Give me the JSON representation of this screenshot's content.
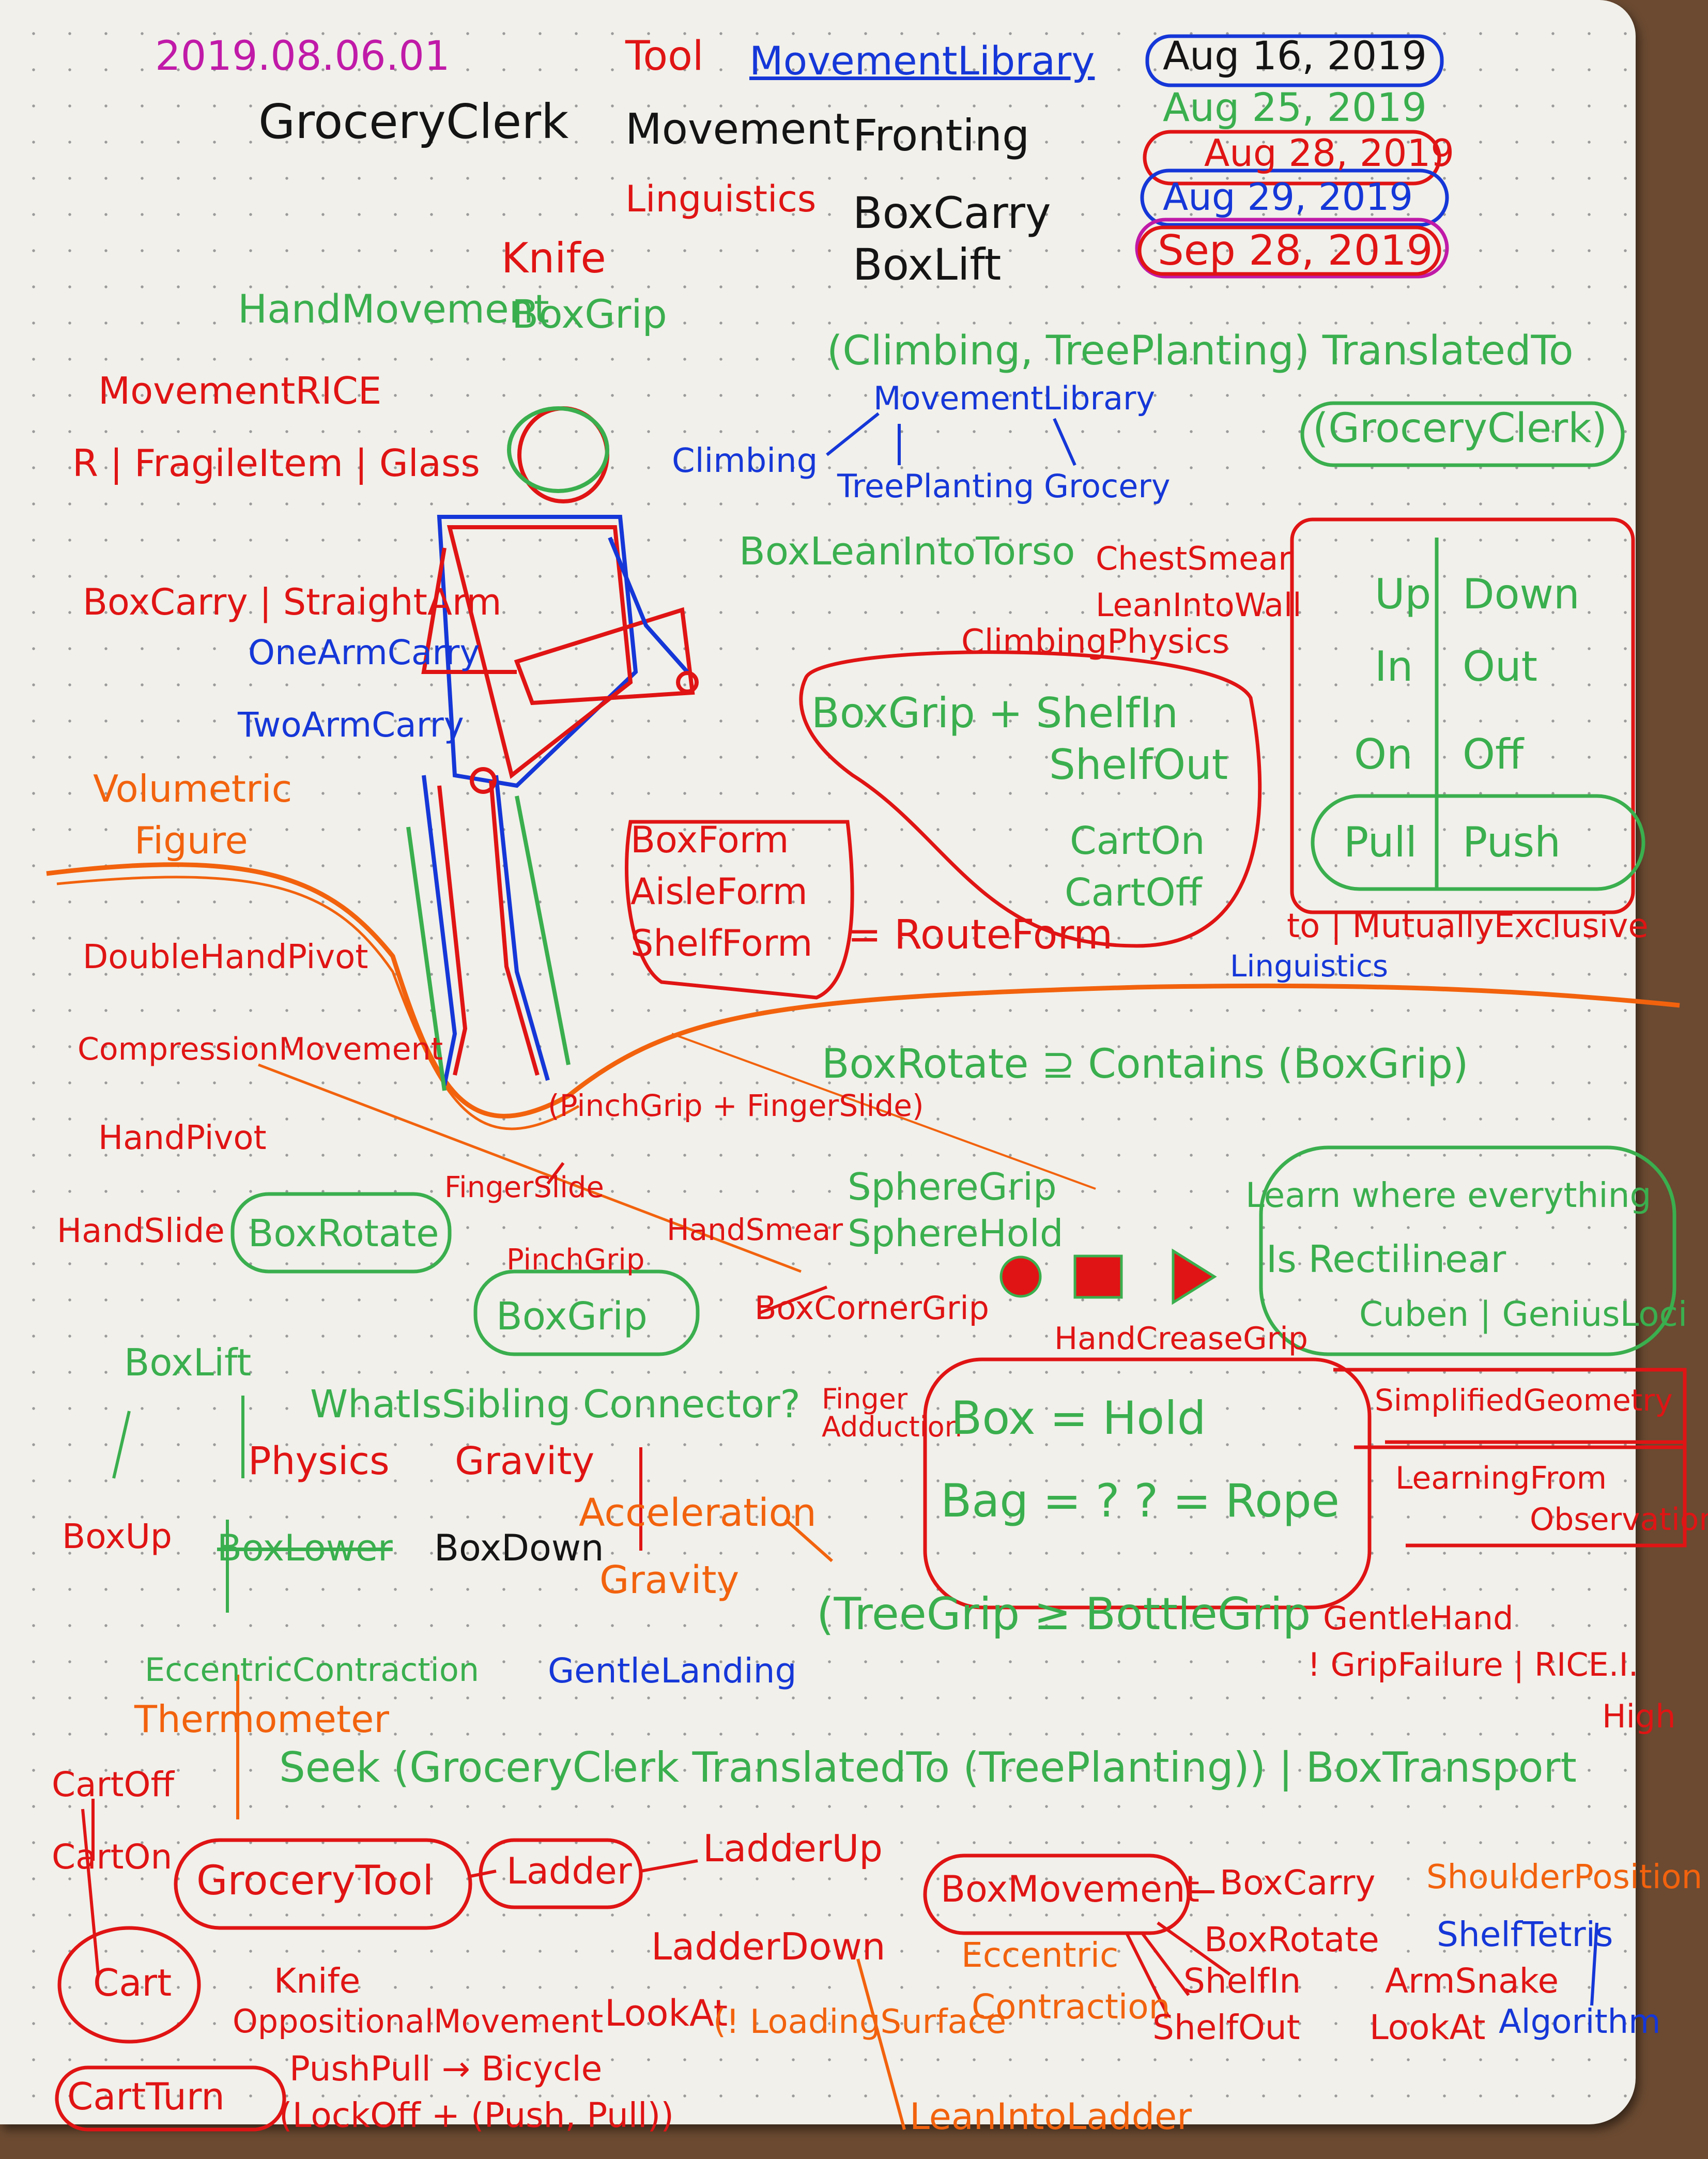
{
  "header": {
    "date_code": "2019.08.06.01",
    "title": "GroceryClerk",
    "tool": "Tool",
    "movement": "Movement",
    "linguistics": "Linguistics",
    "movement_library": "MovementLibrary",
    "fronting": "Fronting",
    "box_carry": "BoxCarry",
    "box_lift": "BoxLift",
    "knife": "Knife",
    "hand_movement": "HandMovement",
    "box_grip": "BoxGrip"
  },
  "dates": [
    "Aug 16, 2019",
    "Aug 25, 2019",
    "Aug 28, 2019",
    "Aug 29, 2019",
    "Sep 28, 2019"
  ],
  "left": {
    "movement_rice": "MovementRICE",
    "fragile": "R | FragileItem | Glass",
    "box_carry_straight": "BoxCarry | StraightArm",
    "one_arm": "OneArmCarry",
    "two_arm": "TwoArmCarry",
    "volumetric": "Volumetric",
    "figure": "Figure",
    "double_hand_pivot": "DoubleHandPivot",
    "compression": "CompressionMovement",
    "hand_pivot": "HandPivot",
    "hand_slide": "HandSlide",
    "box_rotate": "BoxRotate",
    "box_lift2": "BoxLift",
    "box_up": "BoxUp",
    "box_lower": "BoxLower",
    "box_down": "BoxDown",
    "eccentric": "EccentricContraction",
    "gentle_landing": "GentleLanding",
    "thermometer": "Thermometer"
  },
  "middle": {
    "climbing_tree": "(Climbing, TreePlanting) TranslatedTo",
    "grocery_clerk": "(GroceryClerk)",
    "movement_library": "MovementLibrary",
    "climbing": "Climbing",
    "tree_planting": "TreePlanting",
    "grocery": "Grocery",
    "box_lean": "BoxLeanIntoTorso",
    "chest_smear": "ChestSmear",
    "lean_wall": "LeanIntoWall",
    "climbing_physics": "ClimbingPhysics",
    "boxgrip_shelf": "BoxGrip + ShelfIn",
    "shelf_out": "ShelfOut",
    "cart_on": "CartOn",
    "cart_off": "CartOff",
    "box_form": "BoxForm",
    "aisle_form": "AisleForm",
    "shelf_form": "ShelfForm",
    "route_form": "= RouteForm",
    "box_rotate_contains": "BoxRotate ⊇ Contains (BoxGrip)",
    "pinch_finger": "(PinchGrip + FingerSlide)",
    "finger_slide": "FingerSlide",
    "pinch_grip": "PinchGrip",
    "hand_smear": "HandSmear",
    "sphere_grip": "SphereGrip",
    "sphere_hold": "SphereHold",
    "box_grip2": "BoxGrip",
    "box_corner": "BoxCornerGrip",
    "hand_crease": "HandCreaseGrip",
    "finger_adduction": "Finger Adduction",
    "physics": "Physics",
    "gravity": "Gravity",
    "what_sibling": "WhatIsSibling Connector?",
    "acceleration": "Acceleration",
    "gravity2": "Gravity",
    "box_hold": "Box = Hold",
    "bag_rope": "Bag = ? ? = Rope",
    "tree_grip": "(TreeGrip ≥ BottleGrip",
    "seek": "Seek (GroceryClerk TranslatedTo (TreePlanting)) | BoxTransport"
  },
  "right": {
    "up": "Up",
    "down": "Down",
    "in": "In",
    "out": "Out",
    "on": "On",
    "off": "Off",
    "pull": "Pull",
    "push": "Push",
    "mutually": "to | MutuallyExclusive",
    "linguistics": "Linguistics",
    "learn": "Learn where everything",
    "rectilinear": "Is Rectilinear",
    "cuben": "Cuben | GeniusLoci",
    "simplified": "SimplifiedGeometry",
    "learning": "LearningFrom",
    "observation": "Observation",
    "gentle_hand": "GentleHand",
    "grip_failure": "! GripFailure | RICE.I.",
    "high": "High"
  },
  "bottom": {
    "cart_off": "CartOff",
    "cart_on": "CartOn",
    "cart": "Cart",
    "cart_turn": "CartTurn",
    "grocery_tool": "GroceryTool",
    "ladder": "Ladder",
    "ladder_up": "LadderUp",
    "ladder_down": "LadderDown",
    "look_at": "LookAt",
    "loading": "(! LoadingSurface",
    "lean_ladder": "LeanIntoLadder",
    "knife": "Knife",
    "oppositional": "OppositionalMovement",
    "push_pull": "PushPull → Bicycle",
    "lockoff": "(LockOff + (Push, Pull))",
    "box_movement": "BoxMovement",
    "eccentric": "Eccentric",
    "contraction": "Contraction",
    "box_carry": "BoxCarry",
    "shoulder": "ShoulderPosition",
    "box_rotate": "BoxRotate",
    "shelf_tetris": "ShelfTetris",
    "algorithm": "Algorithm",
    "shelf_in": "ShelfIn",
    "arm_snake": "ArmSnake",
    "shelf_out": "ShelfOut",
    "look_at2": "LookAt"
  }
}
